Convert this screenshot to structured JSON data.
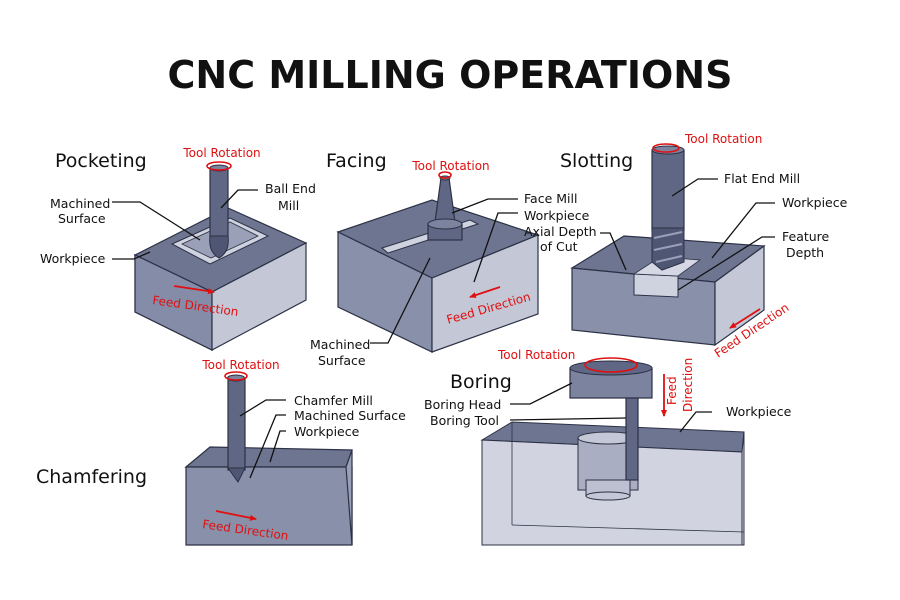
{
  "title": "CNC MILLING OPERATIONS",
  "colors": {
    "accent_red": "#e01010",
    "metal_dark": "#5f6784",
    "metal_mid": "#8990aa",
    "metal_light": "#c3c7d6"
  },
  "pocketing": {
    "heading": "Pocketing",
    "tool_rotation": "Tool Rotation",
    "tool_label_1": "Ball End",
    "tool_label_2": "Mill",
    "surface_label_1": "Machined",
    "surface_label_2": "Surface",
    "workpiece": "Workpiece",
    "feed": "Feed Direction"
  },
  "facing": {
    "heading": "Facing",
    "tool_rotation": "Tool Rotation",
    "face_mill": "Face Mill",
    "workpiece": "Workpiece",
    "axial_1": "Axial Depth",
    "axial_2": "of Cut",
    "surface_label_1": "Machined",
    "surface_label_2": "Surface",
    "feed": "Feed Direction"
  },
  "slotting": {
    "heading": "Slotting",
    "tool_rotation": "Tool Rotation",
    "flat_end_mill": "Flat End Mill",
    "workpiece": "Workpiece",
    "feature_1": "Feature",
    "feature_2": "Depth",
    "feed": "Feed Direction"
  },
  "chamfering": {
    "heading": "Chamfering",
    "tool_rotation": "Tool Rotation",
    "chamfer_mill": "Chamfer Mill",
    "machined_surface": "Machined Surface",
    "workpiece": "Workpiece",
    "feed": "Feed Direction"
  },
  "boring": {
    "heading": "Boring",
    "tool_rotation": "Tool Rotation",
    "boring_head": "Boring Head",
    "boring_tool": "Boring Tool",
    "workpiece": "Workpiece",
    "feed_1": "Feed",
    "feed_2": "Direction"
  }
}
